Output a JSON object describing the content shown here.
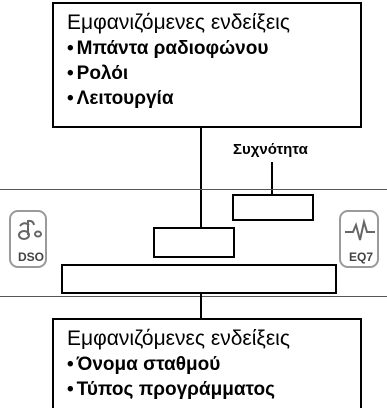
{
  "top_callout": {
    "heading": "Εμφανιζόμενες ενδείξεις",
    "items": [
      "Μπάντα ραδιοφώνου",
      "Ρολόι",
      "Λειτουργία"
    ]
  },
  "frequency_label": "Συχνότητα",
  "buttons": {
    "left": {
      "label": "DSO",
      "icon": "music-notes-icon"
    },
    "right": {
      "label": "EQ7",
      "icon": "waveform-icon"
    }
  },
  "bottom_callout": {
    "heading": "Εμφανιζόμενες ενδείξεις",
    "items": [
      "Όνομα σταθμού",
      "Τύπος προγράμματος"
    ]
  }
}
